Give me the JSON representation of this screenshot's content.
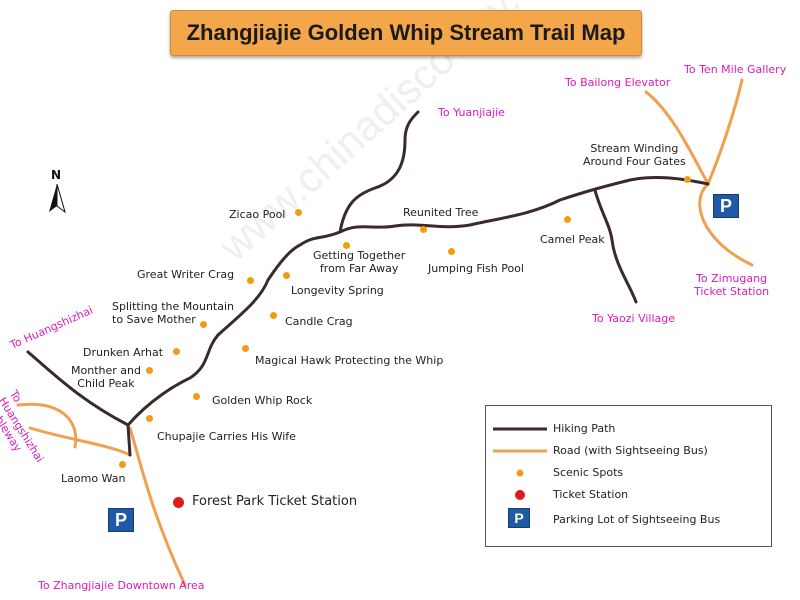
{
  "title": "Zhangjiajie Golden Whip Stream Trail Map",
  "watermark": "www.chinadiscovery.com",
  "compass": {
    "label": "N"
  },
  "colors": {
    "hiking_path": "#3a2a2a",
    "road": "#f0a050",
    "scenic_spot": "#f39c12",
    "ticket_station": "#e31b1b",
    "parking": "#1f5aa6",
    "direction_text": "#d81bbf"
  },
  "directions": {
    "yuanjiajie": "To Yuanjiajie",
    "bailong": "To Bailong Elevator",
    "ten_mile": "To Ten Mile Gallery",
    "zimugang": "To Zimugang\nTicket Station",
    "yaozi": "To Yaozi Village",
    "huangshizhai": "To Huangshizhai",
    "huangshizhai_cableway": "To Huangshizhai Cableway",
    "downtown": "To Zhangjiajie Downtown Area"
  },
  "spots": {
    "zicao_pool": "Zicao Pool",
    "reunited_tree": "Reunited Tree",
    "stream_winding": "Stream Winding\nAround Four Gates",
    "camel_peak": "Camel Peak",
    "getting_together": "Getting Together\nfrom Far Away",
    "jumping_fish": "Jumping Fish Pool",
    "great_writer": "Great Writer Crag",
    "longevity_spring": "Longevity Spring",
    "splitting_mountain": "Splitting the Mountain\nto Save Mother",
    "candle_crag": "Candle Crag",
    "drunken_arhat": "Drunken Arhat",
    "magical_hawk": "Magical Hawk Protecting the Whip",
    "mother_child": "Monther and\nChild Peak",
    "golden_whip_rock": "Golden Whip Rock",
    "chupajie": "Chupajie Carries His Wife",
    "laomo_wan": "Laomo Wan",
    "forest_park_ticket": "Forest Park Ticket Station"
  },
  "parking_symbol": "P",
  "legend": {
    "hiking_path": "Hiking Path",
    "road": "Road (with Sightseeing Bus)",
    "scenic_spots": "Scenic Spots",
    "ticket_station": "Ticket Station",
    "parking": "Parking Lot of Sightseeing Bus"
  }
}
